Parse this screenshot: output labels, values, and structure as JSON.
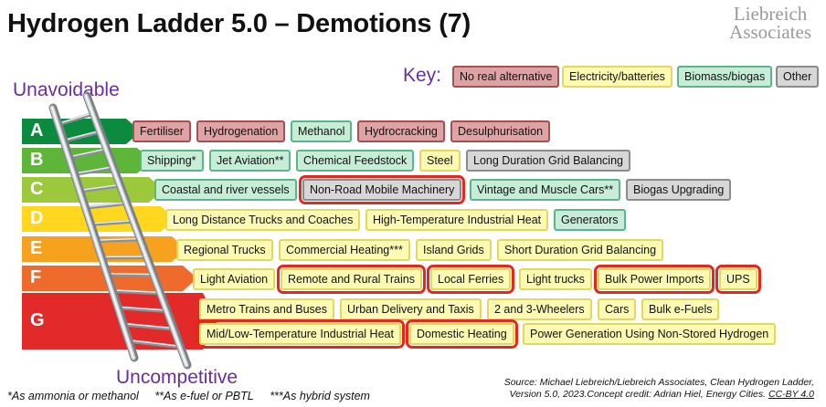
{
  "title": "Hydrogen Ladder 5.0 – Demotions (7)",
  "logo": {
    "line1": "Liebreich",
    "line2": "Associates"
  },
  "key": {
    "label": "Key:",
    "items": [
      {
        "label": "No real alternative",
        "category": "red"
      },
      {
        "label": "Electricity/batteries",
        "category": "yellow"
      },
      {
        "label": "Biomass/biogas",
        "category": "green"
      },
      {
        "label": "Other",
        "category": "grey"
      }
    ]
  },
  "colors": {
    "red": "#dea3a4",
    "yellow": "#fdfab4",
    "green": "#c7ecd8",
    "grey": "#d7d7d7",
    "highlight": "#e4281c",
    "accent_text": "#6a2f9a"
  },
  "labels": {
    "top": "Unavoidable",
    "bottom": "Uncompetitive"
  },
  "bands": [
    {
      "letter": "A",
      "color": "#0c8a3e",
      "rows": [
        [
          {
            "label": "Fertiliser",
            "category": "red",
            "highlighted": false
          },
          {
            "label": "Hydrogenation",
            "category": "red",
            "highlighted": false
          },
          {
            "label": "Methanol",
            "category": "green",
            "highlighted": false
          },
          {
            "label": "Hydrocracking",
            "category": "red",
            "highlighted": false
          },
          {
            "label": "Desulphurisation",
            "category": "red",
            "highlighted": false
          }
        ]
      ]
    },
    {
      "letter": "B",
      "color": "#5db53a",
      "rows": [
        [
          {
            "label": "Shipping*",
            "category": "green",
            "highlighted": false
          },
          {
            "label": "Jet Aviation**",
            "category": "green",
            "highlighted": false
          },
          {
            "label": "Chemical Feedstock",
            "category": "green",
            "highlighted": false
          },
          {
            "label": "Steel",
            "category": "yellow",
            "highlighted": false
          },
          {
            "label": "Long Duration Grid Balancing",
            "category": "grey",
            "highlighted": false
          }
        ]
      ]
    },
    {
      "letter": "C",
      "color": "#9cc93b",
      "rows": [
        [
          {
            "label": "Coastal and river vessels",
            "category": "green",
            "highlighted": false
          },
          {
            "label": "Non-Road Mobile Machinery",
            "category": "grey",
            "highlighted": true
          },
          {
            "label": "Vintage and Muscle Cars**",
            "category": "green",
            "highlighted": false
          },
          {
            "label": "Biogas Upgrading",
            "category": "grey",
            "highlighted": false
          }
        ]
      ]
    },
    {
      "letter": "D",
      "color": "#ffd71e",
      "rows": [
        [
          {
            "label": "Long Distance Trucks and Coaches",
            "category": "yellow",
            "highlighted": false
          },
          {
            "label": "High-Temperature Industrial Heat",
            "category": "yellow",
            "highlighted": false
          },
          {
            "label": "Generators",
            "category": "green",
            "highlighted": false
          }
        ]
      ]
    },
    {
      "letter": "E",
      "color": "#f6a21e",
      "rows": [
        [
          {
            "label": "Regional Trucks",
            "category": "yellow",
            "highlighted": false
          },
          {
            "label": "Commercial Heating***",
            "category": "yellow",
            "highlighted": false
          },
          {
            "label": "Island Grids",
            "category": "yellow",
            "highlighted": false
          },
          {
            "label": "Short Duration Grid Balancing",
            "category": "yellow",
            "highlighted": false
          }
        ]
      ]
    },
    {
      "letter": "F",
      "color": "#ee6b2b",
      "rows": [
        [
          {
            "label": "Light Aviation",
            "category": "yellow",
            "highlighted": false
          },
          {
            "label": "Remote and Rural Trains",
            "category": "yellow",
            "highlighted": true
          },
          {
            "label": "Local Ferries",
            "category": "yellow",
            "highlighted": true
          },
          {
            "label": "Light trucks",
            "category": "yellow",
            "highlighted": false
          },
          {
            "label": "Bulk Power Imports",
            "category": "yellow",
            "highlighted": true
          },
          {
            "label": "UPS",
            "category": "yellow",
            "highlighted": true
          }
        ]
      ]
    },
    {
      "letter": "G",
      "color": "#e32a2a",
      "rows": [
        [
          {
            "label": "Metro Trains and Buses",
            "category": "yellow",
            "highlighted": false
          },
          {
            "label": "Urban Delivery and Taxis",
            "category": "yellow",
            "highlighted": false
          },
          {
            "label": "2 and 3-Wheelers",
            "category": "yellow",
            "highlighted": false
          },
          {
            "label": "Cars",
            "category": "yellow",
            "highlighted": false
          },
          {
            "label": "Bulk e-Fuels",
            "category": "yellow",
            "highlighted": false
          }
        ],
        [
          {
            "label": "Mid/Low-Temperature Industrial Heat",
            "category": "yellow",
            "highlighted": true
          },
          {
            "label": "Domestic Heating",
            "category": "yellow",
            "highlighted": true
          },
          {
            "label": "Power Generation Using Non-Stored Hydrogen",
            "category": "yellow",
            "highlighted": false
          }
        ]
      ]
    }
  ],
  "footnotes": [
    "*As ammonia or methanol",
    "**As e-fuel or PBTL",
    "***As hybrid system"
  ],
  "source": {
    "line1": "Source: Michael Liebreich/Liebreich Associates, Clean Hydrogen Ladder,",
    "line2": "Version 5.0, 2023.Concept credit: Adrian Hiel, Energy Cities.",
    "license": "CC-BY 4.0"
  }
}
